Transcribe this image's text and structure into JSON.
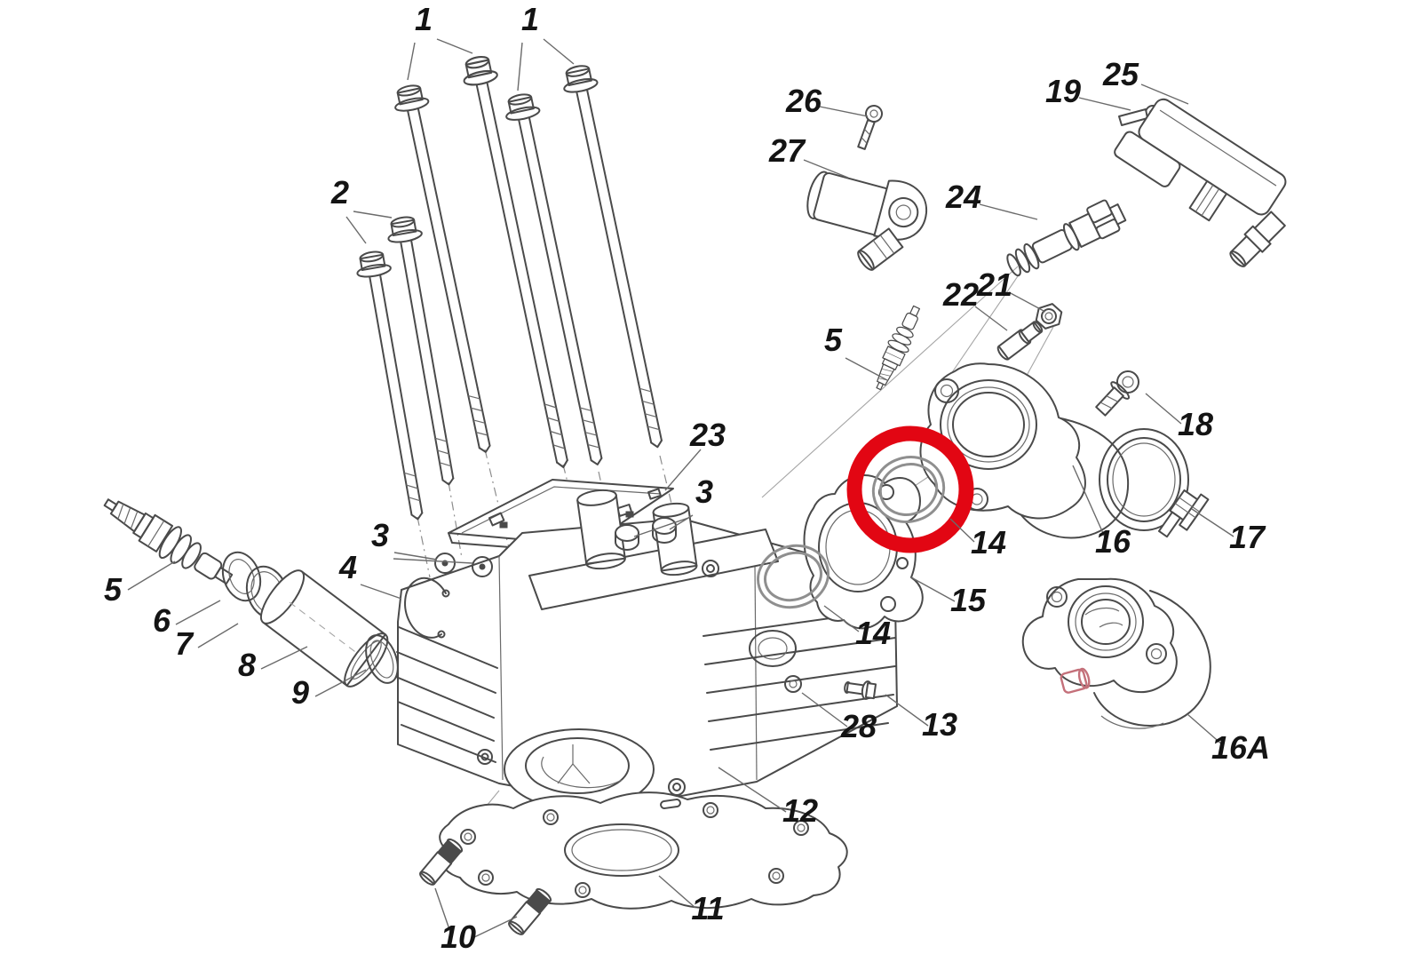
{
  "diagram": {
    "kind": "exploded-parts-diagram",
    "background_color": "#ffffff",
    "line_color": "#4a4a4a",
    "highlight": {
      "part_label": "14",
      "shape": "circle",
      "color": "#e20613"
    },
    "accent_pink_color": "#c4707a"
  },
  "labels": {
    "n1a": {
      "text": "1"
    },
    "n1b": {
      "text": "1"
    },
    "n2": {
      "text": "2"
    },
    "n3l": {
      "text": "3"
    },
    "n3r": {
      "text": "3"
    },
    "n4": {
      "text": "4"
    },
    "n5l": {
      "text": "5"
    },
    "n5r": {
      "text": "5"
    },
    "n6": {
      "text": "6"
    },
    "n7": {
      "text": "7"
    },
    "n8": {
      "text": "8"
    },
    "n9": {
      "text": "9"
    },
    "n10": {
      "text": "10"
    },
    "n11": {
      "text": "11"
    },
    "n12": {
      "text": "12"
    },
    "n13": {
      "text": "13"
    },
    "n14a": {
      "text": "14"
    },
    "n14b": {
      "text": "14"
    },
    "n15": {
      "text": "15"
    },
    "n16": {
      "text": "16"
    },
    "n16a": {
      "text": "16A"
    },
    "n17": {
      "text": "17"
    },
    "n18": {
      "text": "18"
    },
    "n19": {
      "text": "19"
    },
    "n21": {
      "text": "21"
    },
    "n22": {
      "text": "22"
    },
    "n23": {
      "text": "23"
    },
    "n24": {
      "text": "24"
    },
    "n25": {
      "text": "25"
    },
    "n26": {
      "text": "26"
    },
    "n27": {
      "text": "27"
    },
    "n28": {
      "text": "28"
    }
  }
}
